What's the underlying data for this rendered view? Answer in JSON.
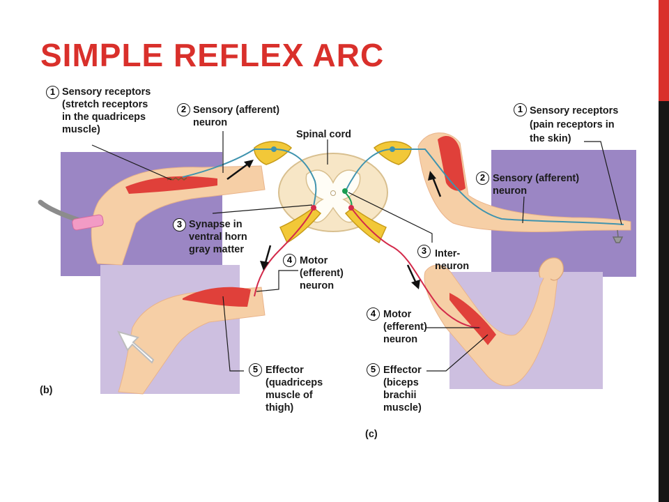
{
  "slide": {
    "title": "SIMPLE REFLEX ARC",
    "colors": {
      "title": "#d9302b",
      "bar_top": "#d9302b",
      "bar_bottom": "#161616",
      "purple_dark": "#9b86c4",
      "purple_light": "#cdbfe0",
      "skin": "#f6cfa6",
      "muscle": "#e0403a",
      "sensory_nerve": "#3f93ae",
      "motor_nerve": "#d32a4a",
      "ganglion": "#f2c838"
    }
  },
  "diagram": {
    "spinal_cord_label": "Spinal cord",
    "panel_b": {
      "tag": "(b)",
      "steps": [
        {
          "num": "1",
          "text": "Sensory receptors\n(stretch receptors\nin the quadriceps\nmuscle)"
        },
        {
          "num": "2",
          "text": "Sensory (afferent)\nneuron"
        },
        {
          "num": "3",
          "text": "Synapse in\nventral horn\ngray matter"
        },
        {
          "num": "4",
          "text": "Motor\n(efferent)\nneuron"
        },
        {
          "num": "5",
          "text": "Effector\n(quadriceps\nmuscle of\nthigh)"
        }
      ]
    },
    "panel_c": {
      "tag": "(c)",
      "steps": [
        {
          "num": "1",
          "text": "Sensory receptors\n(pain receptors in\nthe skin)"
        },
        {
          "num": "2",
          "text": "Sensory (afferent)\nneuron"
        },
        {
          "num": "3",
          "text": "Inter-\nneuron"
        },
        {
          "num": "4",
          "text": "Motor\n(efferent)\nneuron"
        },
        {
          "num": "5",
          "text": "Effector\n(biceps\nbrachii\nmuscle)"
        }
      ]
    }
  }
}
